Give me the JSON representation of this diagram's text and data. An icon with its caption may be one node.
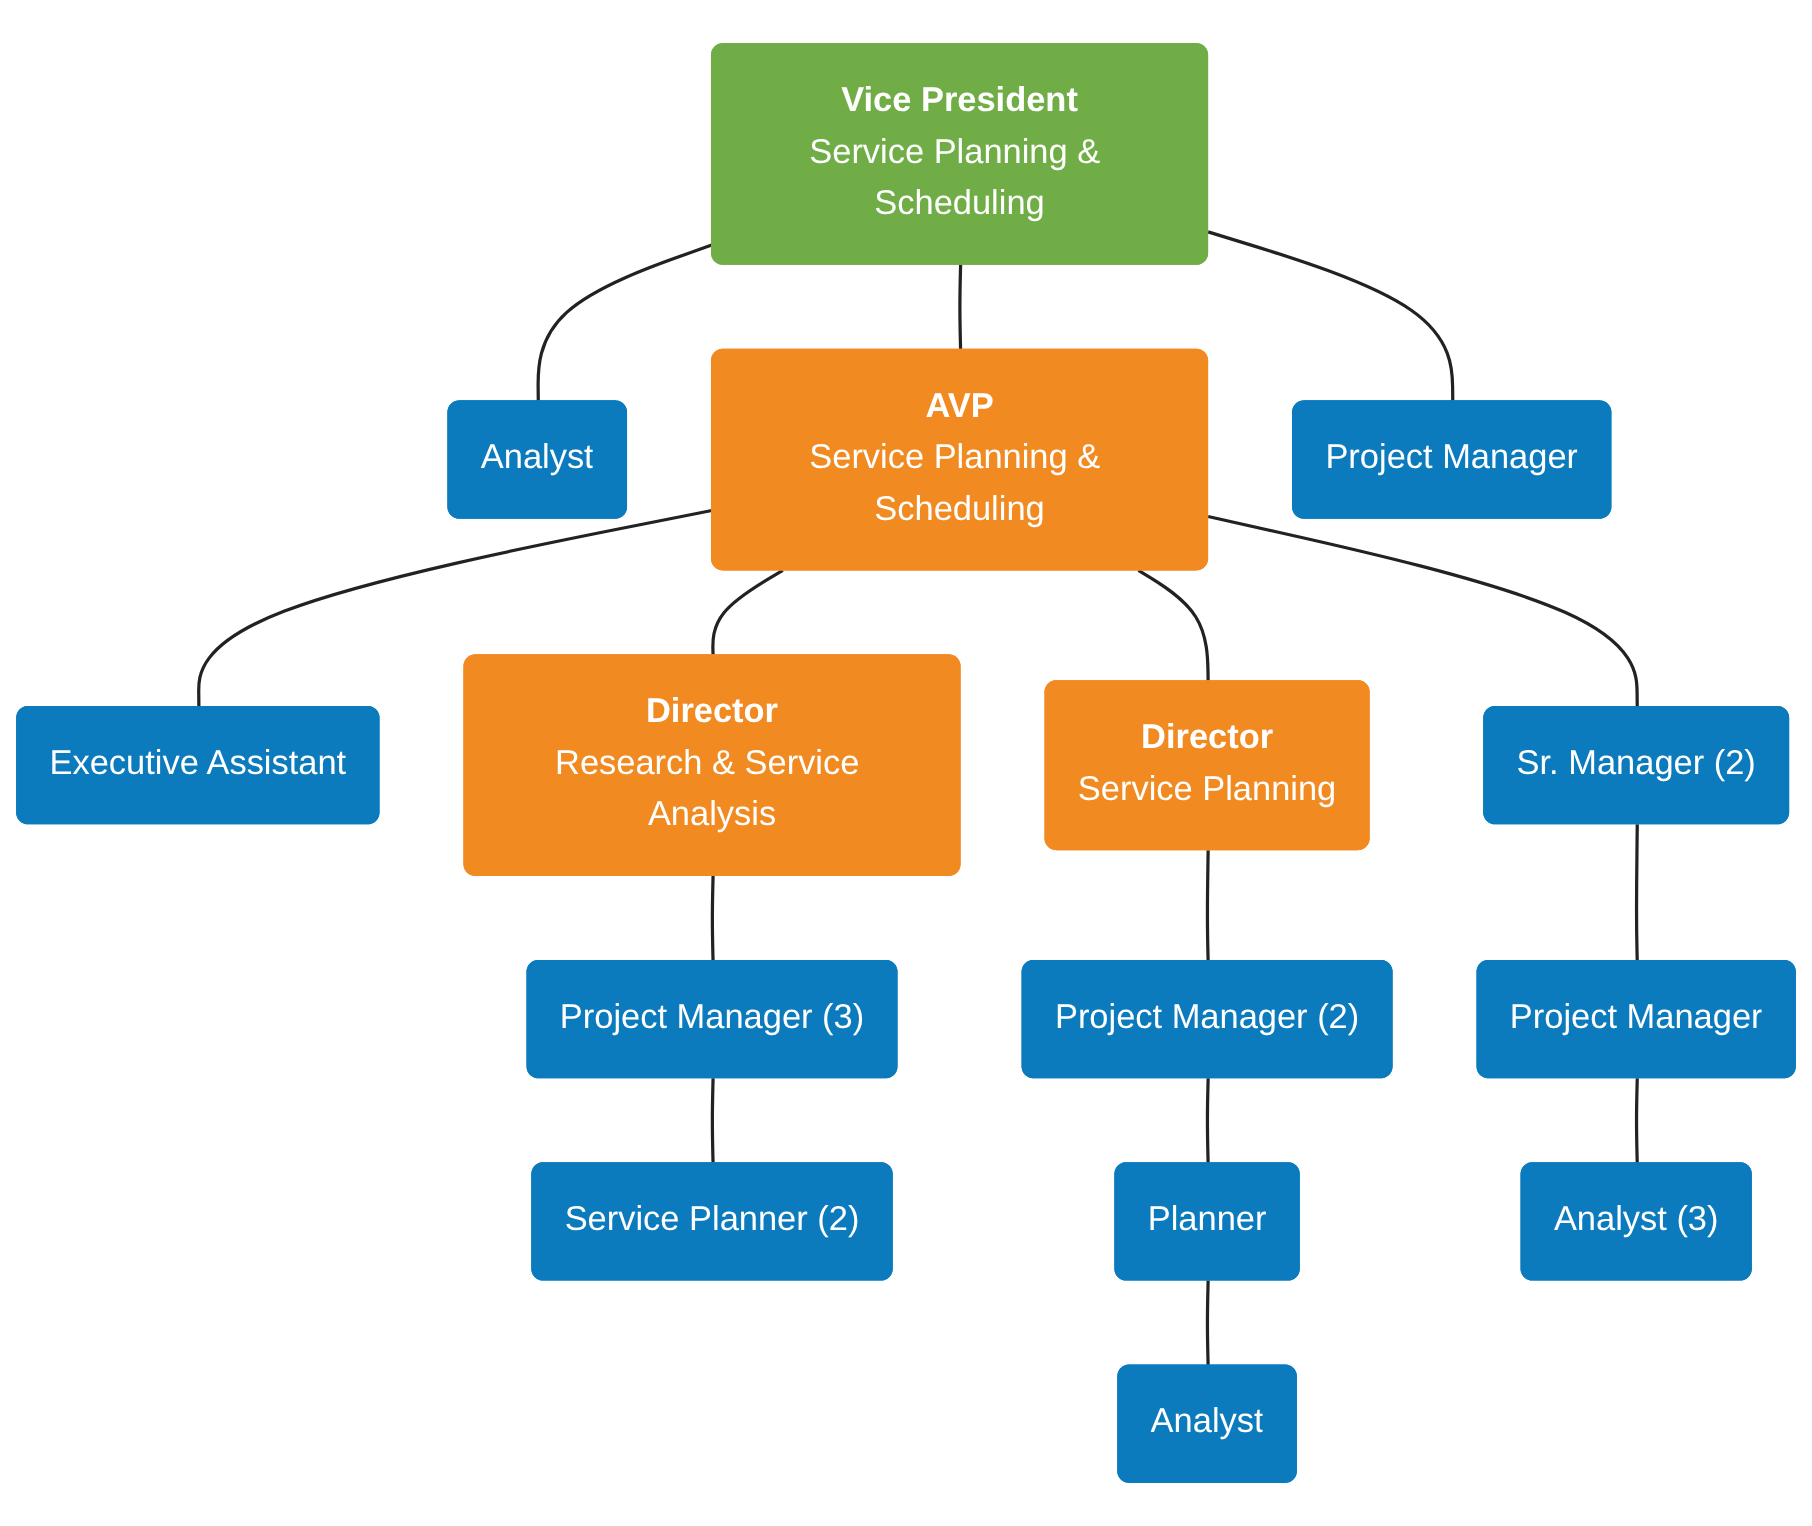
{
  "diagram": {
    "nodes": [
      {
        "text": [
          "Vice President",
          "Service Planning & Scheduling"
        ]
      },
      {
        "text": [
          "Analyst"
        ]
      },
      {
        "text": [
          "Executive Assistant"
        ]
      },
      {
        "text": [
          "AVP",
          "Service Planning & Scheduling"
        ]
      },
      {
        "text": [
          "Project Manager"
        ]
      },
      {
        "text": [
          "Director",
          "Research & Service Analysis"
        ]
      },
      {
        "text": [
          "Director",
          "Service Planning"
        ]
      },
      {
        "text": [
          "Sr. Manager (2)"
        ]
      },
      {
        "text": [
          "Project Manager (3)"
        ]
      },
      {
        "text": [
          "Project Manager (2)"
        ]
      },
      {
        "text": [
          "Project Manager"
        ]
      },
      {
        "text": [
          "Service Planner (2)"
        ]
      },
      {
        "text": [
          "Planner"
        ]
      },
      {
        "text": [
          "Analyst (3)"
        ]
      },
      {
        "text": [
          "Analyst"
        ]
      }
    ],
    "edges": [
      {
        "from": 0,
        "to": 1,
        "arrow": "none"
      },
      {
        "from": 0,
        "to": 3,
        "arrow": "none"
      },
      {
        "from": 0,
        "to": 4,
        "arrow": "none"
      },
      {
        "from": 3,
        "to": 2,
        "arrow": "none"
      },
      {
        "from": 3,
        "to": 5,
        "arrow": "none"
      },
      {
        "from": 3,
        "to": 6,
        "arrow": "none"
      },
      {
        "from": 3,
        "to": 7,
        "arrow": "none"
      },
      {
        "from": 5,
        "to": 8,
        "arrow": "none"
      },
      {
        "from": 8,
        "to": 11,
        "arrow": "none"
      },
      {
        "from": 6,
        "to": 9,
        "arrow": "none"
      },
      {
        "from": 9,
        "to": 12,
        "arrow": "none"
      },
      {
        "from": 12,
        "to": 14,
        "arrow": "none"
      },
      {
        "from": 7,
        "to": 10,
        "arrow": "none"
      },
      {
        "from": 10,
        "to": 13,
        "arrow": "none"
      }
    ]
  }
}
